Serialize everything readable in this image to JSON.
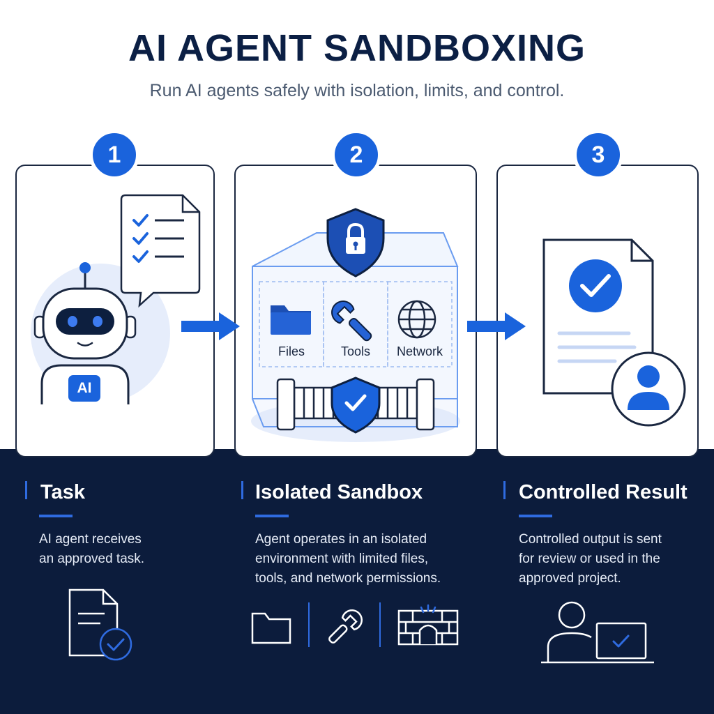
{
  "header": {
    "title": "AI AGENT SANDBOXING",
    "subtitle": "Run AI agents safely with isolation, limits, and control."
  },
  "steps": [
    {
      "number": "1",
      "title": "Task",
      "description_lines": [
        "AI agent receives",
        "an approved task."
      ],
      "robot_badge": "AI"
    },
    {
      "number": "2",
      "title": "Isolated Sandbox",
      "description_lines": [
        "Agent operates in an isolated",
        "environment with limited files,",
        "tools, and network permissions."
      ],
      "sandbox_items": [
        "Files",
        "Tools",
        "Network"
      ]
    },
    {
      "number": "3",
      "title": "Controlled Result",
      "description_lines": [
        "Controlled output is sent",
        "for review or used in the",
        "approved project."
      ]
    }
  ],
  "colors": {
    "accent": "#1a63dc",
    "navy": "#0c1c3c",
    "title": "#0b1f44"
  }
}
